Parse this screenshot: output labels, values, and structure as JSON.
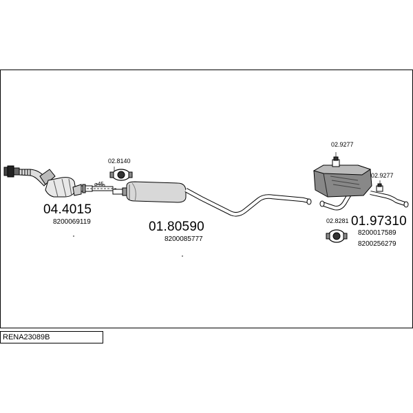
{
  "diagram": {
    "reference_code": "RENA23089B",
    "parts": [
      {
        "part_number": "04.4015",
        "oem_numbers": [
          "8200069119"
        ]
      },
      {
        "part_number": "01.80590",
        "oem_numbers": [
          "8200085777"
        ]
      },
      {
        "part_number": "01.97310",
        "oem_numbers": [
          "8200017589",
          "8200256279"
        ]
      }
    ],
    "fittings": [
      {
        "code": "02.8140"
      },
      {
        "code": "02.9277"
      },
      {
        "code": "02.9277"
      },
      {
        "code": "02.8281"
      }
    ],
    "pipe_diameter_label": "⌀45"
  }
}
